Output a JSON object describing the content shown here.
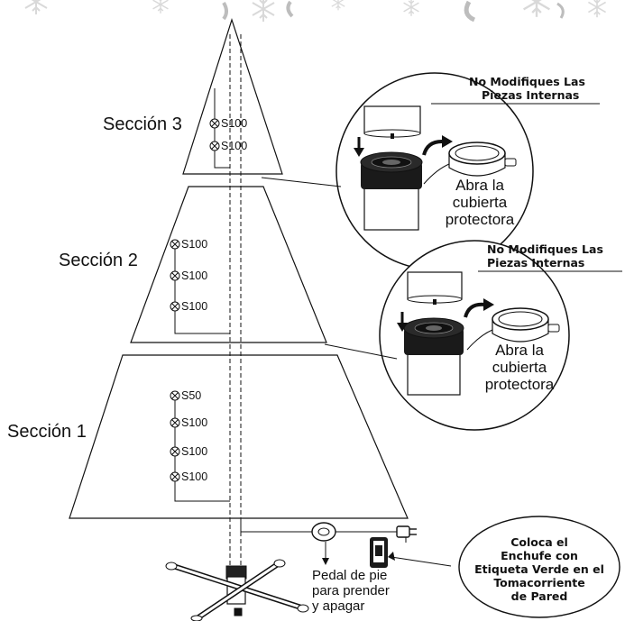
{
  "sections": [
    {
      "title": "Sección 3",
      "bulbs": [
        "S100",
        "S100"
      ]
    },
    {
      "title": "Sección 2",
      "bulbs": [
        "S100",
        "S100",
        "S100"
      ]
    },
    {
      "title": "Sección 1",
      "bulbs": [
        "S50",
        "S100",
        "S100",
        "S100"
      ]
    }
  ],
  "warnings": [
    {
      "line1": "No Modifiques Las",
      "line2": "Piezas Internas"
    },
    {
      "line1": "No Modifiques Las",
      "line2": "Piezas Internas"
    }
  ],
  "callouts": [
    {
      "line1": "Abra la",
      "line2": "cubierta",
      "line3": "protectora"
    },
    {
      "line1": "Abra la",
      "line2": "cubierta",
      "line3": "protectora"
    }
  ],
  "pedal": {
    "line1": "Pedal de pie",
    "line2": "para prender",
    "line3": "y apagar"
  },
  "plug_note": {
    "line1": "Coloca el",
    "line2": "Enchufe con",
    "line3": "Etiqueta Verde en el",
    "line4": "Tomacorriente",
    "line5": "de Pared"
  },
  "icons": [
    "snowflake-icon",
    "bulb-icon",
    "down-arrow-icon",
    "curved-arrow-icon",
    "foot-pedal-icon",
    "plug-icon",
    "adapter-icon",
    "tree-stand-icon"
  ]
}
